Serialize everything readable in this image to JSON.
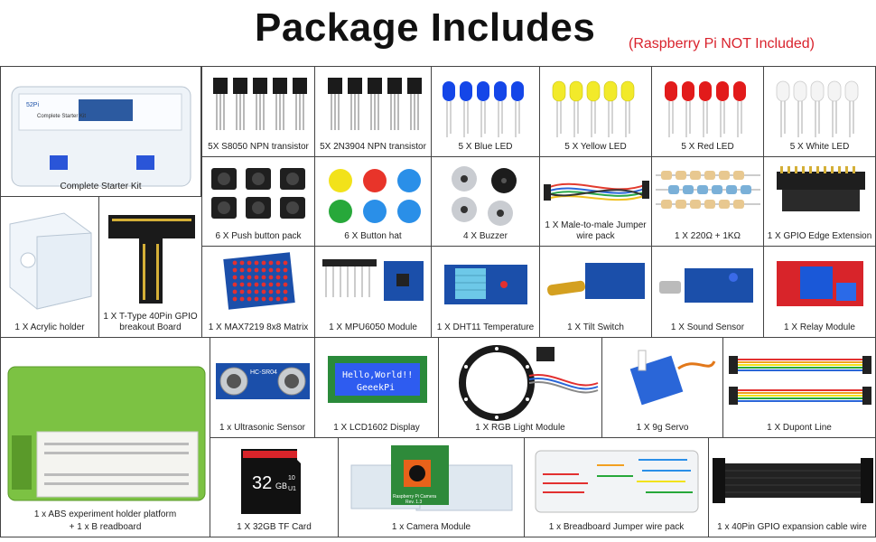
{
  "header": {
    "title": "Package Includes",
    "subtitle": "(Raspberry Pi NOT Included)"
  },
  "items": {
    "starter_kit": "Complete Starter Kit",
    "npn_s8050": "5X S8050 NPN transistor",
    "npn_2n3904": "5X 2N3904 NPN  transistor",
    "blue_led": "5 X Blue LED",
    "yellow_led": "5 X Yellow LED",
    "red_led": "5 X Red LED",
    "white_led": "5 X White LED",
    "acrylic_holder": "1 X Acrylic holder",
    "t_type_gpio": "1 X T-Type 40Pin GPIO breakout Board",
    "push_button": "6 X Push button pack",
    "button_hat": "6 X Button hat",
    "buzzer": "4 X Buzzer",
    "jumper_wire": "1 X Male-to-male Jumper wire  pack",
    "resistor": "1 X 220Ω   +    1KΩ",
    "gpio_edge": "1 X GPIO Edge Extension",
    "max7219": "1 X MAX7219 8x8 Matrix",
    "mpu6050": "1 X MPU6050 Module",
    "dht11": "1 X DHT11 Temperature",
    "tilt_switch": "1 X Tilt Switch",
    "sound_sensor": "1 X Sound Sensor",
    "relay": "1 X Relay Module",
    "abs_holder": "1 x ABS experiment holder platform",
    "breadboard": "+    1 x B readboard",
    "ultrasonic": "1 x Ultrasonic Sensor",
    "lcd1602": "1 X LCD1602 Display",
    "rgb_light": "1 X RGB Light Module",
    "servo": "1 X 9g Servo",
    "dupont": "1 X Dupont Line",
    "tf_card": "1 X 32GB TF Card",
    "camera": "1 x Camera Module",
    "bb_jumper": "1 x Breadboard Jumper wire pack",
    "gpio_cable": "1 x 40Pin GPIO expansion cable wire"
  },
  "product_text": {
    "lcd_line1": "Hello,World!!",
    "lcd_line2": "GeeekPi",
    "tf_capacity": "32",
    "tf_unit": "GB",
    "tf_class": "10",
    "tf_uhs": "U1",
    "camera_label": "Raspberry Pi Camera",
    "camera_rev": "Rev. 1.3",
    "ultrasonic_model": "HC-SR04",
    "kit_logo": "52Pi",
    "kit_box_title": "Complete Starter Kit"
  },
  "colors": {
    "accent": "#d9232d",
    "led_blue": "#1446e8",
    "led_yellow": "#f2ea2a",
    "led_red": "#e21b1b",
    "led_white": "#f2f2f2",
    "board_blue": "#1a4fa6",
    "holder_green": "#7cc243",
    "lcd_blue": "#2e5cf0"
  }
}
